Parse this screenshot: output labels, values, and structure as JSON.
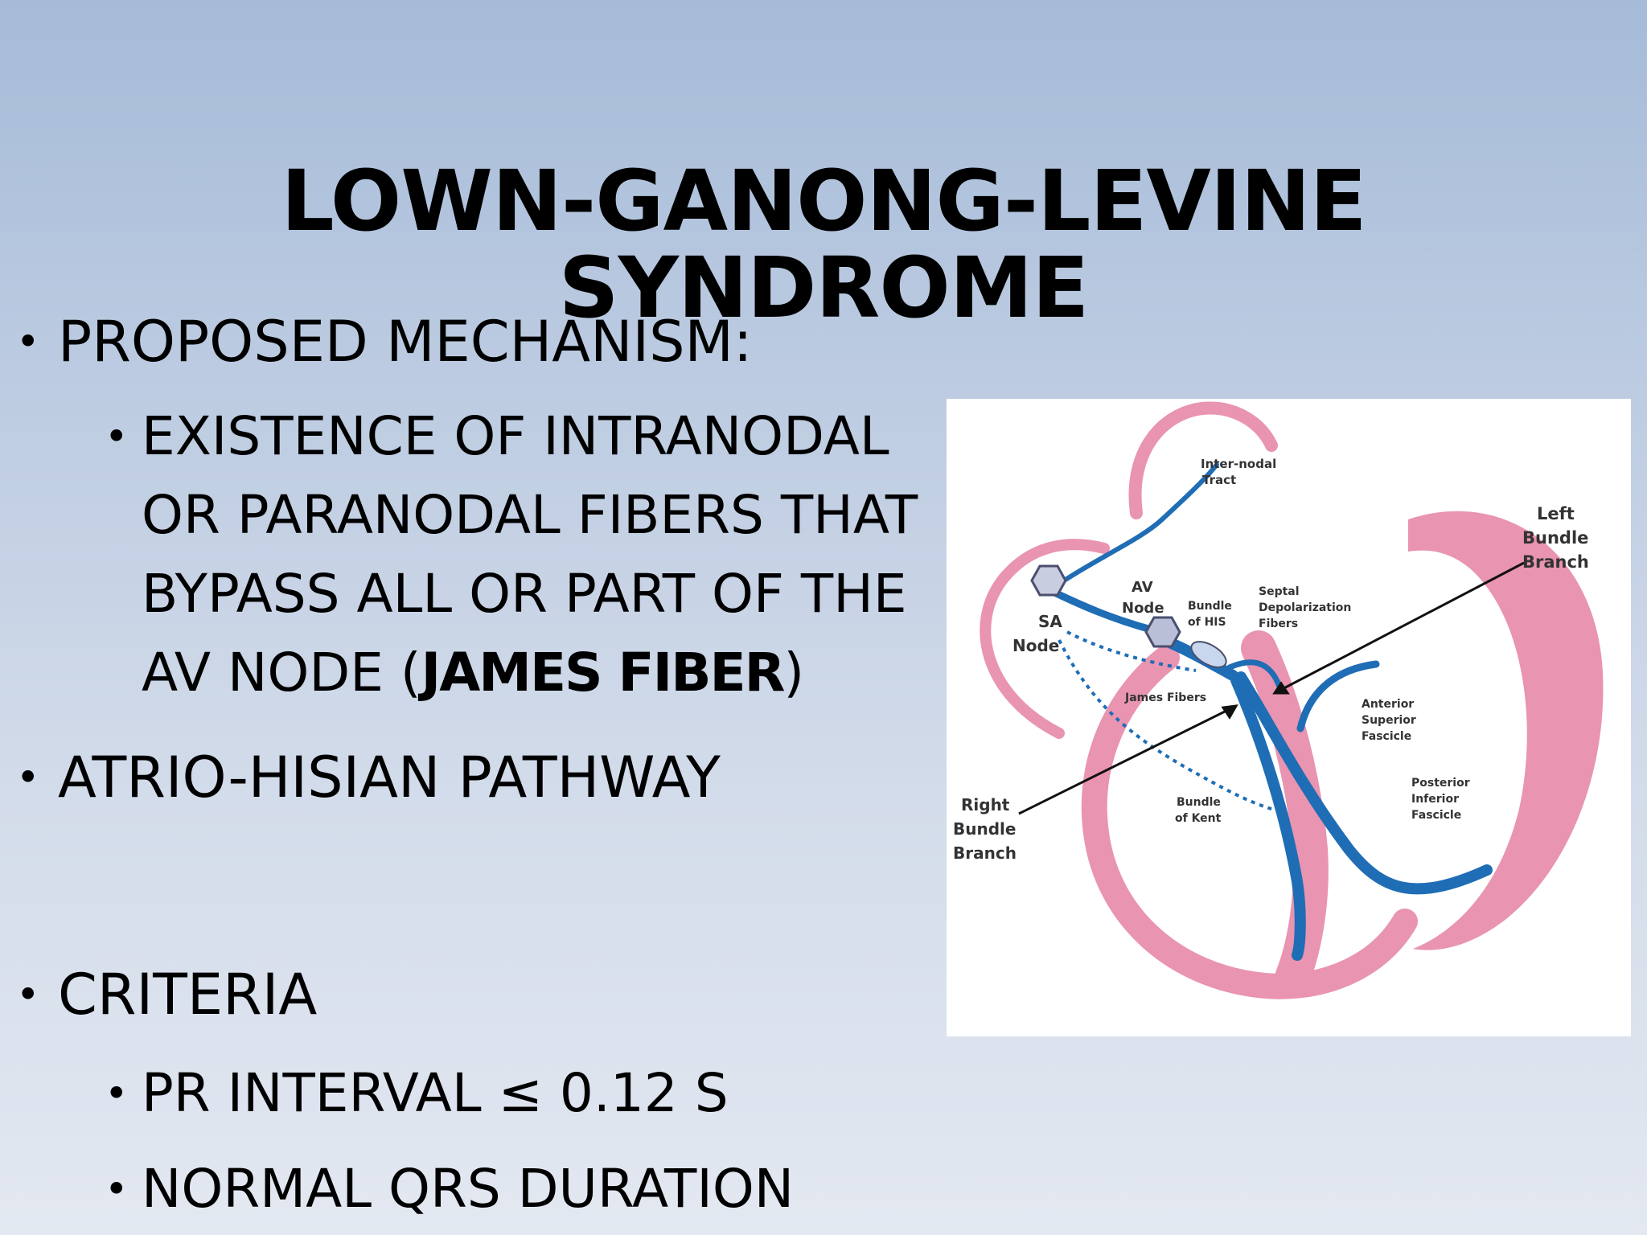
{
  "slide": {
    "title_line1": "LOWN-GANONG-LEVINE",
    "title_line2": "SYNDROME",
    "bullets": {
      "mechanism": "PROPOSED MECHANISM:",
      "existence_text_1": "EXISTENCE OF INTRANODAL",
      "existence_text_2": "OR PARANODAL FIBERS THAT",
      "existence_text_3": "BYPASS ALL OR PART OF THE",
      "existence_text_4a": "AV NODE (",
      "existence_bold": "JAMES FIBER",
      "existence_text_4b": ")",
      "pathway": "ATRIO-HISIAN PATHWAY",
      "criteria": "CRITERIA",
      "pr_interval": "PR INTERVAL ≤ 0.12 S",
      "qrs": "NORMAL QRS DURATION"
    },
    "bullet_glyph": "•"
  },
  "diagram": {
    "labels": {
      "internodal_1": "Inter-nodal",
      "internodal_2": "Tract",
      "sa_1": "SA",
      "sa_2": "Node",
      "av_1": "AV",
      "av_2": "Node",
      "his_1": "Bundle",
      "his_2": "of HIS",
      "septal_1": "Septal",
      "septal_2": "Depolarization",
      "septal_3": "Fibers",
      "james": "James Fibers",
      "lbb_1": "Left",
      "lbb_2": "Bundle",
      "lbb_3": "Branch",
      "ant_1": "Anterior",
      "ant_2": "Superior",
      "ant_3": "Fascicle",
      "post_1": "Posterior",
      "post_2": "Inferior",
      "post_3": "Fascicle",
      "kent_1": "Bundle",
      "kent_2": "of Kent",
      "rbb_1": "Right",
      "rbb_2": "Bundle",
      "rbb_3": "Branch"
    },
    "colors": {
      "tissue": "#e994b0",
      "conduction": "#1f6db5",
      "node": "#b9bfd6"
    }
  }
}
